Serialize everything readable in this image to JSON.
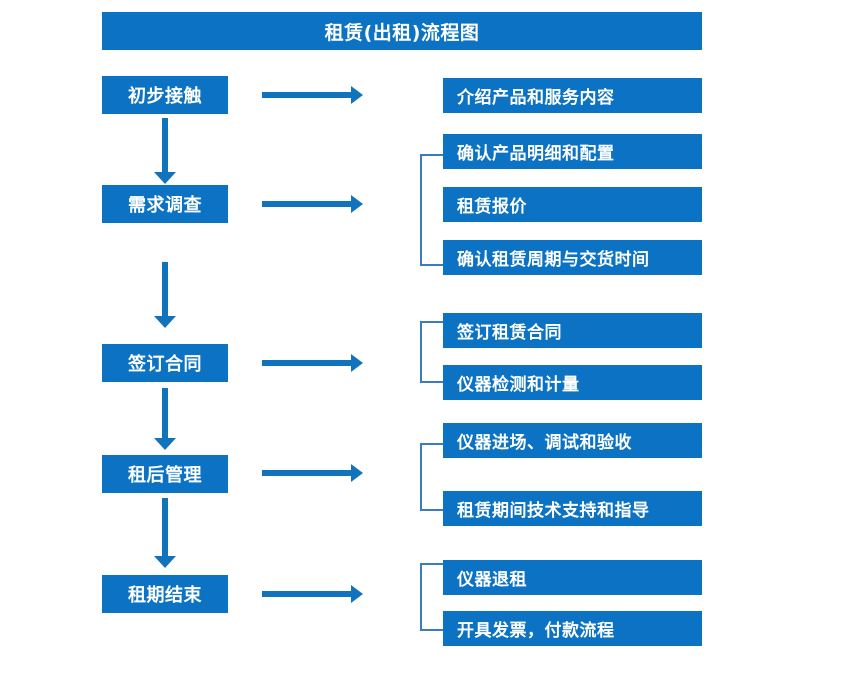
{
  "chart_data": {
    "type": "diagram",
    "title": "租赁(出租)流程图",
    "diagram_kind": "flowchart",
    "stages": [
      {
        "label": "初步接触",
        "details": [
          "介绍产品和服务内容"
        ]
      },
      {
        "label": "需求调查",
        "details": [
          "确认产品明细和配置",
          "租赁报价",
          "确认租赁周期与交货时间"
        ]
      },
      {
        "label": "签订合同",
        "details": [
          "签订租赁合同",
          "仪器检测和计量"
        ]
      },
      {
        "label": "租后管理",
        "details": [
          "仪器进场、调试和验收",
          "租赁期间技术支持和指导"
        ]
      },
      {
        "label": "租期结束",
        "details": [
          "仪器退租",
          "开具发票，付款流程"
        ]
      }
    ],
    "colors": {
      "box_fill": "#0b72c4",
      "box_text": "#ffffff",
      "arrow": "#1273bd",
      "bracket": "#3a7cc0",
      "background": "#ffffff"
    }
  },
  "header": {
    "title": "租赁(出租)流程图"
  },
  "flow": {
    "stages": [
      {
        "label": "初步接触"
      },
      {
        "label": "需求调查"
      },
      {
        "label": "签订合同"
      },
      {
        "label": "租后管理"
      },
      {
        "label": "租期结束"
      }
    ],
    "details": [
      {
        "label": "介绍产品和服务内容"
      },
      {
        "label": "确认产品明细和配置"
      },
      {
        "label": "租赁报价"
      },
      {
        "label": "确认租赁周期与交货时间"
      },
      {
        "label": "签订租赁合同"
      },
      {
        "label": "仪器检测和计量"
      },
      {
        "label": "仪器进场、调试和验收"
      },
      {
        "label": "租赁期间技术支持和指导"
      },
      {
        "label": "仪器退租"
      },
      {
        "label": "开具发票，付款流程"
      }
    ]
  }
}
